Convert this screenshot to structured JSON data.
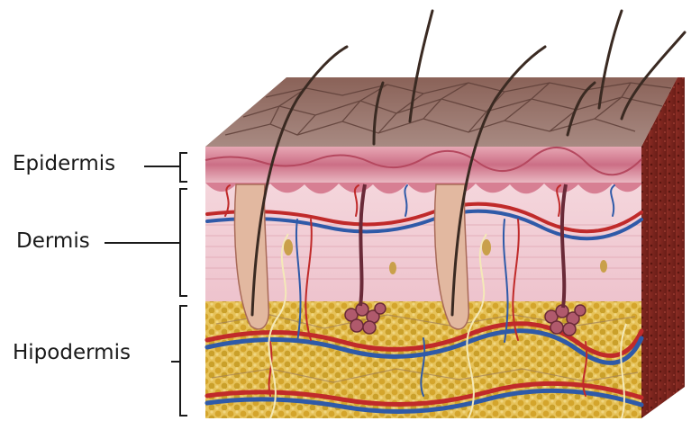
{
  "labels": {
    "epidermis": "Epidermis",
    "dermis": "Dermis",
    "hypodermis": "Hipodermis"
  },
  "colors": {
    "surface": "#8f6b61",
    "epidermis": "#d98a9a",
    "dermis": "#f2cfd6",
    "hypodermis_fat": "#d9b23a",
    "artery": "#c02a2a",
    "vein": "#2f5aa8",
    "hair": "#3a2a22",
    "side_face": "#7a2a22"
  }
}
